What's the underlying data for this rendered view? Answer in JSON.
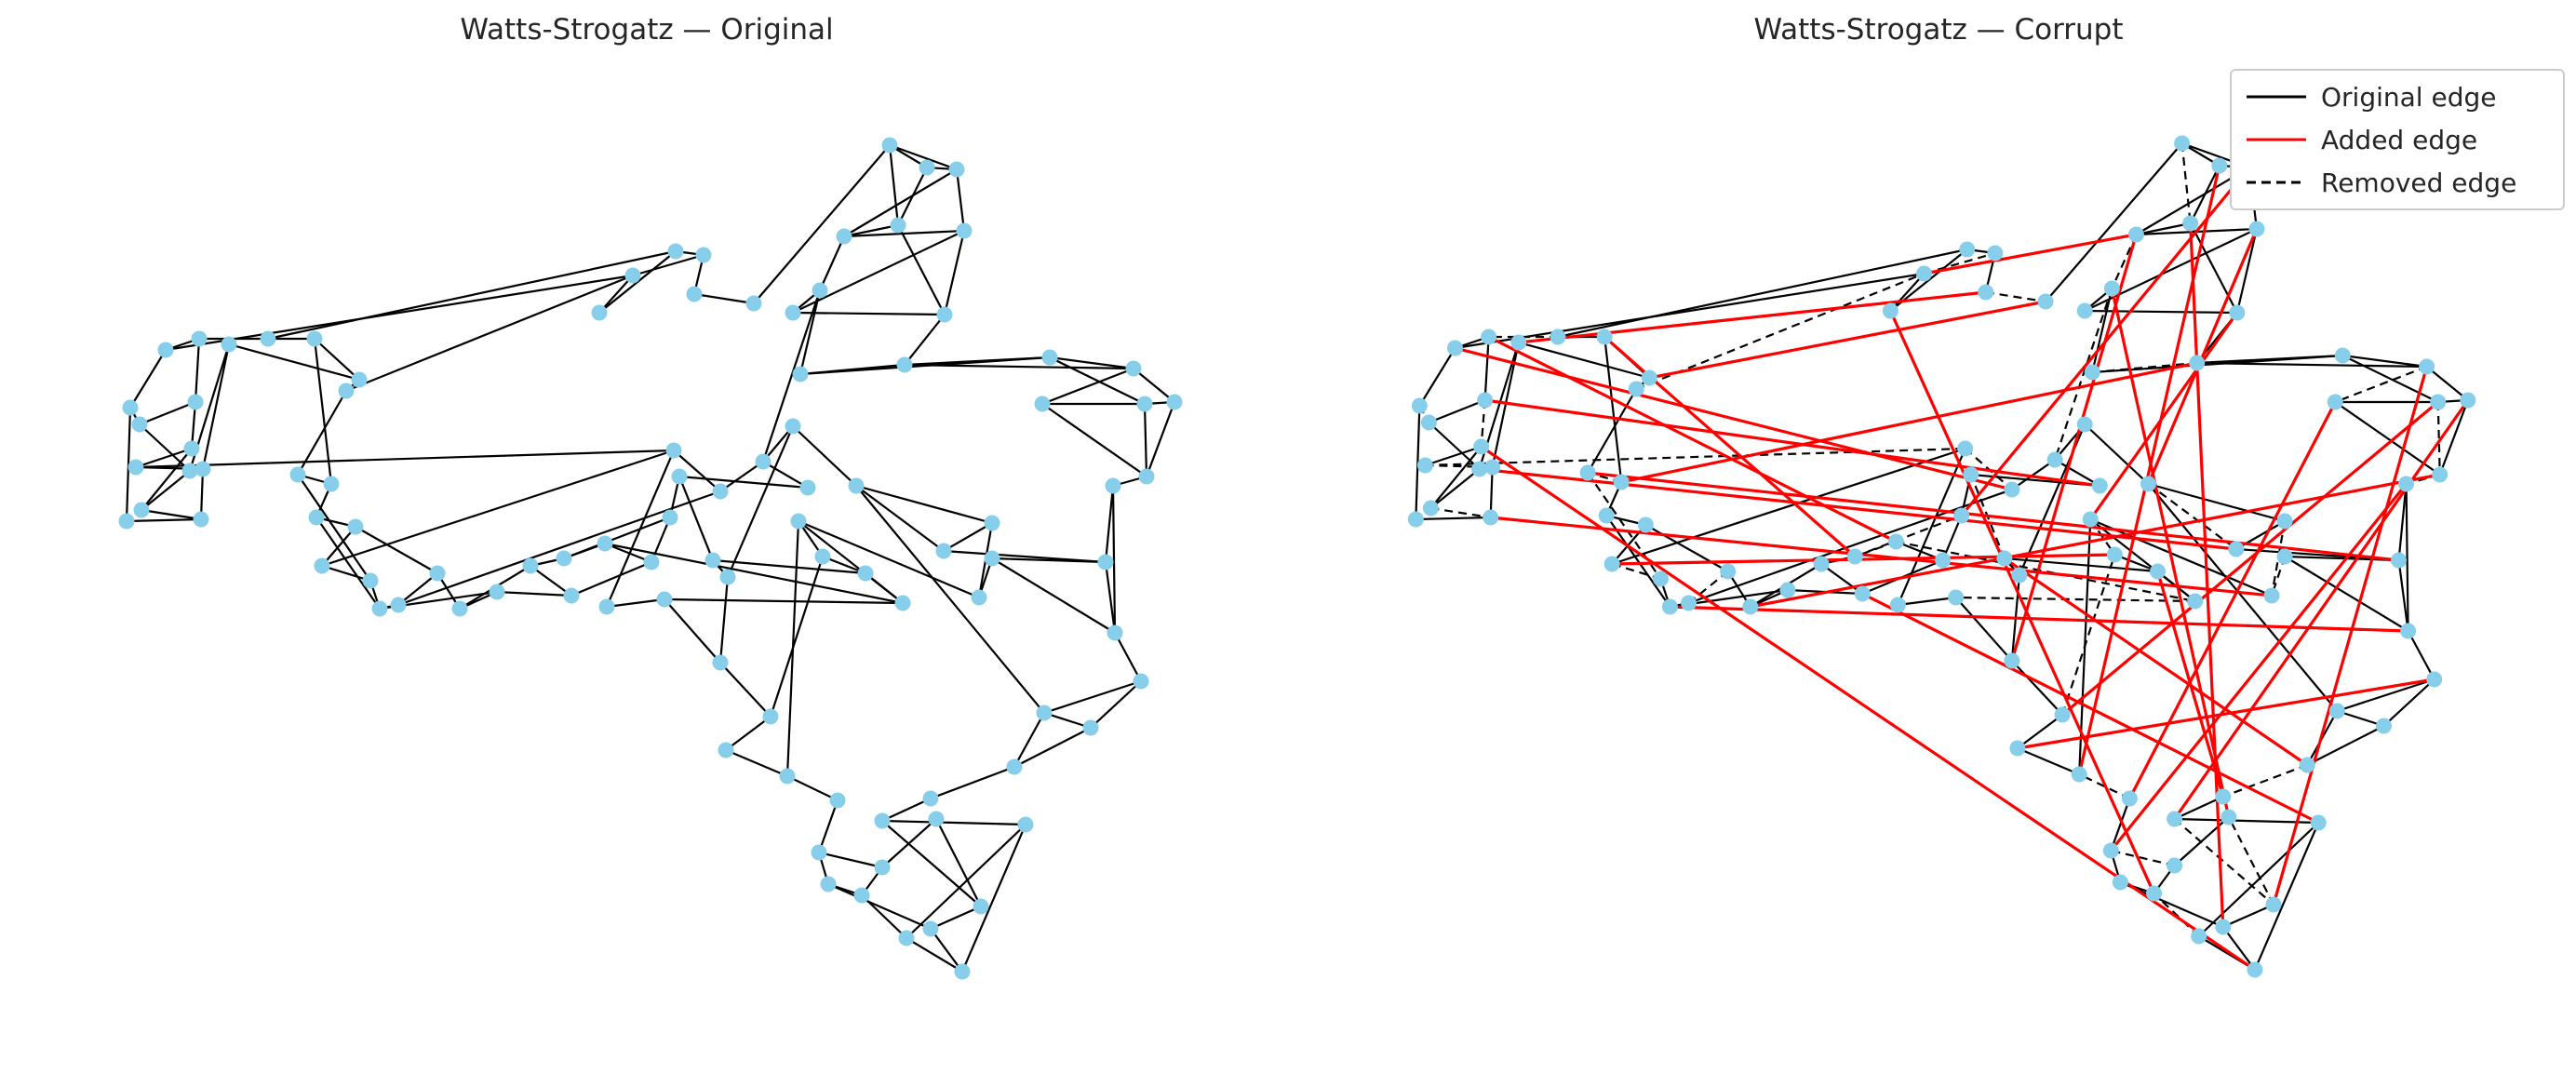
{
  "panels": [
    {
      "title": "Watts-Strogatz — Original"
    },
    {
      "title": "Watts-Strogatz — Corrupt"
    }
  ],
  "legend": [
    {
      "label": "Original edge",
      "style": "solid",
      "color": "#000000"
    },
    {
      "label": "Added edge",
      "style": "solid",
      "color": "#ff0000"
    },
    {
      "label": "Removed edge",
      "style": "dashed",
      "color": "#000000"
    }
  ],
  "colors": {
    "node": "#87ceeb",
    "original_edge": "#000000",
    "added_edge": "#ff0000",
    "removed_edge": "#000000"
  }
}
